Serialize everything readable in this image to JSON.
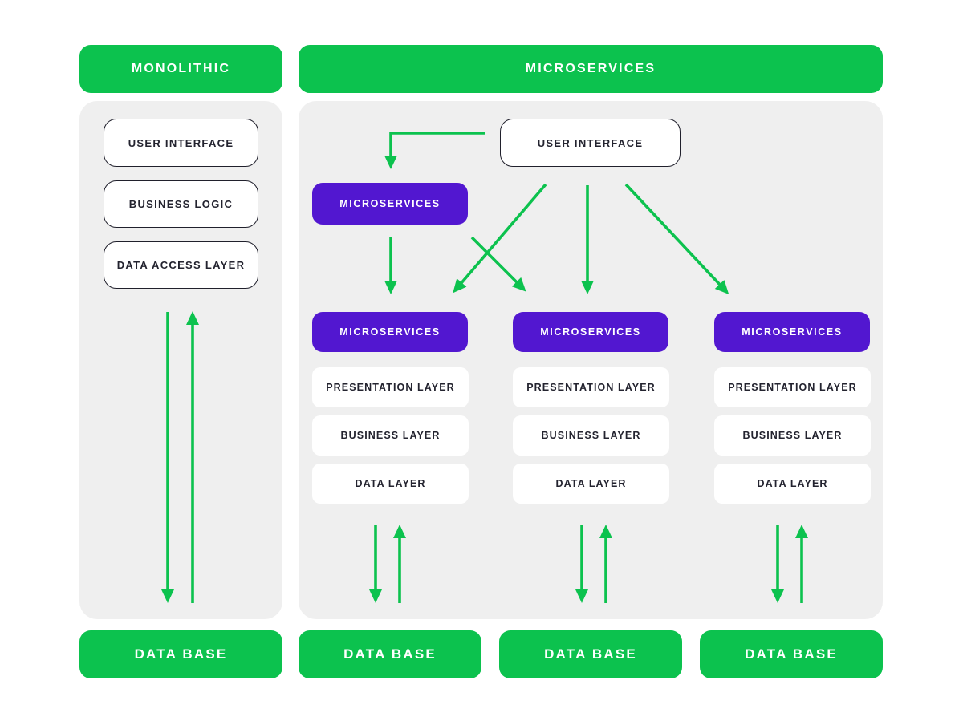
{
  "colors": {
    "green": "#0cc24e",
    "purple": "#5217d0",
    "panel_gray": "#efefef",
    "text_dark": "#23232f",
    "white": "#ffffff"
  },
  "monolithic": {
    "header": "MONOLITHIC",
    "boxes": [
      "USER INTERFACE",
      "BUSINESS LOGIC",
      "DATA ACCESS LAYER"
    ],
    "database": "DATA BASE"
  },
  "microservices": {
    "header": "MICROSERVICES",
    "user_interface": "USER INTERFACE",
    "gateway": "MICROSERVICES",
    "columns": [
      {
        "service": "MICROSERVICES",
        "layers": [
          "PRESENTATION LAYER",
          "BUSINESS LAYER",
          "DATA LAYER"
        ],
        "database": "DATA BASE"
      },
      {
        "service": "MICROSERVICES",
        "layers": [
          "PRESENTATION LAYER",
          "BUSINESS LAYER",
          "DATA LAYER"
        ],
        "database": "DATA BASE"
      },
      {
        "service": "MICROSERVICES",
        "layers": [
          "PRESENTATION LAYER",
          "BUSINESS LAYER",
          "DATA LAYER"
        ],
        "database": "DATA BASE"
      }
    ]
  }
}
